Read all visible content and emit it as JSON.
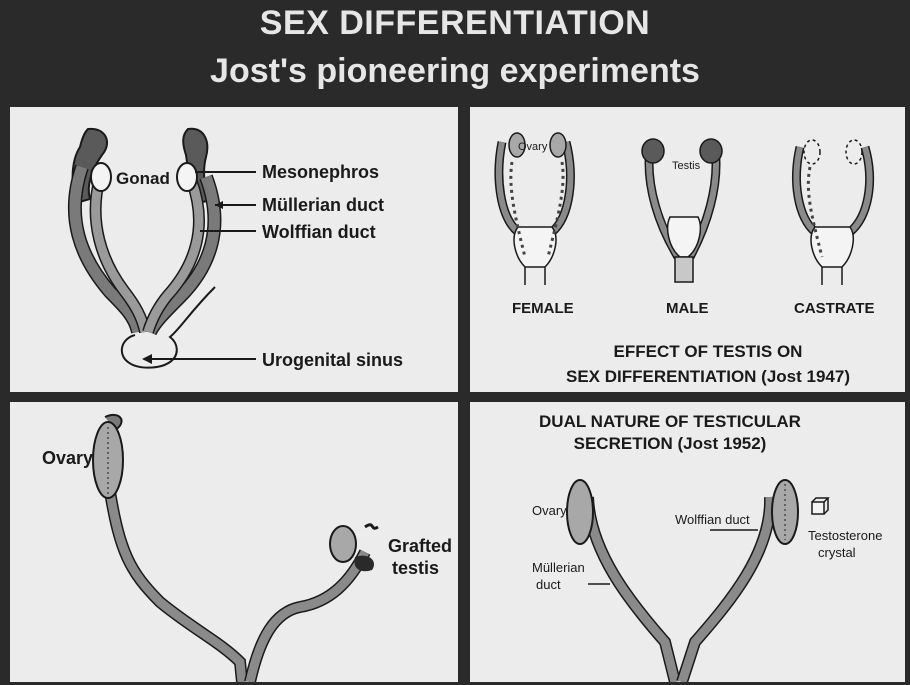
{
  "title": {
    "line1": "SEX DIFFERENTIATION",
    "line2": "Jost's pioneering experiments"
  },
  "panel1": {
    "gonad": "Gonad",
    "mesonephros": "Mesonephros",
    "mullerian": "Müllerian duct",
    "wolffian": "Wolffian duct",
    "urogenital": "Urogenital sinus"
  },
  "panel2": {
    "ovary": "Ovary",
    "testis": "Testis",
    "female": "FEMALE",
    "male": "MALE",
    "castrate": "CASTRATE",
    "caption1": "EFFECT OF TESTIS ON",
    "caption2": "SEX DIFFERENTIATION (Jost 1947)"
  },
  "panel3": {
    "ovary": "Ovary",
    "grafted1": "Grafted",
    "grafted2": "testis"
  },
  "panel4": {
    "heading1": "DUAL NATURE OF TESTICULAR",
    "heading2": "SECRETION (Jost 1952)",
    "ovary": "Ovary",
    "wolffian": "Wolffian duct",
    "testosterone1": "Testosterone",
    "testosterone2": "crystal",
    "mullerian1": "Müllerian",
    "mullerian2": "duct"
  },
  "colors": {
    "background": "#2a2a2a",
    "panel": "#ececec",
    "duct": "#8a8a8a",
    "gonad_fill": "#a8a8a8",
    "ink": "#1a1a1a"
  }
}
